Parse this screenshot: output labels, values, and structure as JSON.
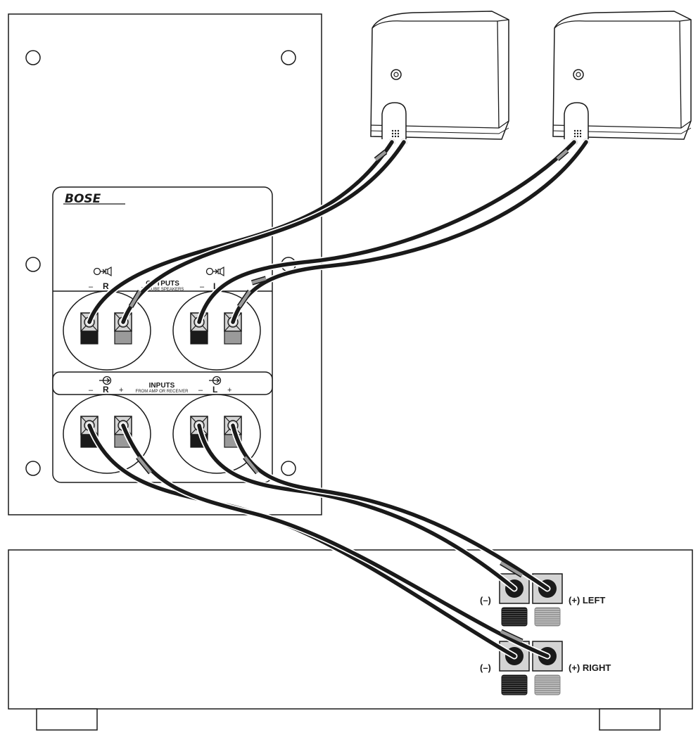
{
  "bass_module": {
    "brand": "BOSE",
    "outputs": {
      "title": "OUTPUTS",
      "subtitle": "TO CUBE SPEAKERS",
      "right_channel": "R",
      "left_channel": "L",
      "minus": "–",
      "icon": "output-to-speaker-icon"
    },
    "inputs": {
      "title": "INPUTS",
      "subtitle": "FROM AMP OR RECEIVER",
      "right_channel": "R",
      "left_channel": "L",
      "minus": "–",
      "plus": "+",
      "icon": "input-arrow-icon"
    }
  },
  "amplifier": {
    "left_minus_label": "(–)",
    "left_plus_label": "(+) LEFT",
    "right_minus_label": "(–)",
    "right_plus_label": "(+) RIGHT"
  },
  "colors": {
    "line": "#1a1a1a",
    "wire": "#1a1a1a",
    "wire_plus_sleeve": "#9a9a9a",
    "terminal_minus": "#1a1a1a",
    "terminal_plus": "#9a9a9a",
    "terminal_face": "#d4d4d4"
  }
}
